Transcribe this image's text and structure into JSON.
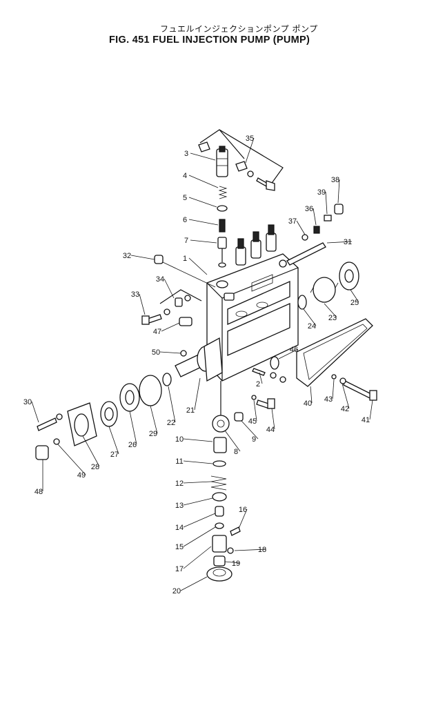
{
  "header": {
    "title_jp": "フュエルインジェクションポンプ ポンプ",
    "title_en": "FIG. 451  FUEL INJECTION PUMP (PUMP)"
  },
  "callouts": [
    "1",
    "2",
    "3",
    "4",
    "5",
    "6",
    "7",
    "8",
    "9",
    "10",
    "11",
    "12",
    "13",
    "14",
    "15",
    "16",
    "17",
    "18",
    "19",
    "20",
    "21",
    "22",
    "23",
    "24",
    "25",
    "26",
    "27",
    "28",
    "29",
    "30",
    "31",
    "32",
    "33",
    "34",
    "35",
    "36",
    "37",
    "38",
    "39",
    "40",
    "41",
    "42",
    "43",
    "44",
    "45",
    "46",
    "47",
    "48",
    "49",
    "50"
  ],
  "colors": {
    "ink": "#111111",
    "paper": "#ffffff"
  }
}
